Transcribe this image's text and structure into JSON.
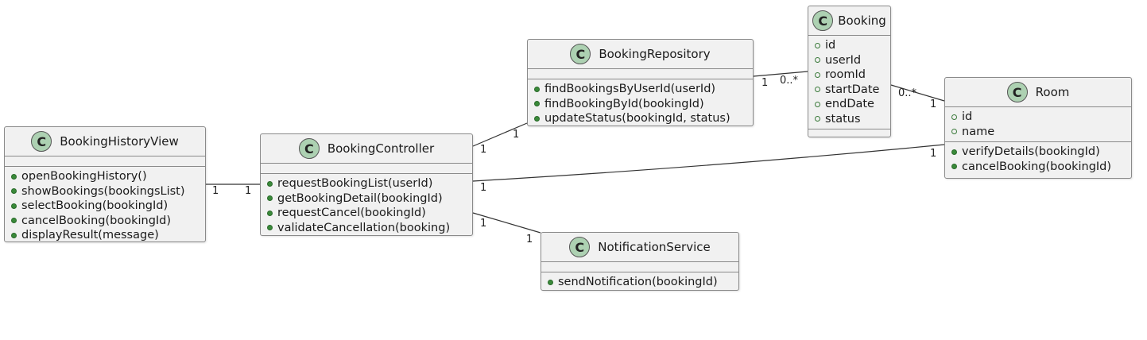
{
  "classes": {
    "booking_history_view": {
      "name": "BookingHistoryView",
      "stereotype_letter": "C",
      "fields": [],
      "methods": [
        "openBookingHistory()",
        "showBookings(bookingsList)",
        "selectBooking(bookingId)",
        "cancelBooking(bookingId)",
        "displayResult(message)"
      ]
    },
    "booking_controller": {
      "name": "BookingController",
      "stereotype_letter": "C",
      "fields": [],
      "methods": [
        "requestBookingList(userId)",
        "getBookingDetail(bookingId)",
        "requestCancel(bookingId)",
        "validateCancellation(booking)"
      ]
    },
    "booking_repository": {
      "name": "BookingRepository",
      "stereotype_letter": "C",
      "fields": [],
      "methods": [
        "findBookingsByUserId(userId)",
        "findBookingById(bookingId)",
        "updateStatus(bookingId, status)"
      ]
    },
    "booking": {
      "name": "Booking",
      "stereotype_letter": "C",
      "fields": [
        "id",
        "userId",
        "roomId",
        "startDate",
        "endDate",
        "status"
      ],
      "methods": []
    },
    "room": {
      "name": "Room",
      "stereotype_letter": "C",
      "fields": [
        "id",
        "name"
      ],
      "methods": [
        "verifyDetails(bookingId)",
        "cancelBooking(bookingId)"
      ]
    },
    "notification_service": {
      "name": "NotificationService",
      "stereotype_letter": "C",
      "fields": [],
      "methods": [
        "sendNotification(bookingId)"
      ]
    }
  },
  "multiplicities": {
    "view_ctrl_a": "1",
    "view_ctrl_b": "1",
    "ctrl_repo_a": "1",
    "ctrl_repo_b": "1",
    "repo_booking_a": "1",
    "repo_booking_b": "0..*",
    "booking_room_a": "0..*",
    "booking_room_b": "1",
    "ctrl_room_a": "1",
    "ctrl_room_b": "1",
    "ctrl_notif_a": "1",
    "ctrl_notif_b": "1"
  },
  "colors": {
    "class_fill": "#f1f1f1",
    "class_border": "#8a8a8a",
    "class_icon": "#add1b2",
    "visibility_public": "#3a8a3a"
  }
}
